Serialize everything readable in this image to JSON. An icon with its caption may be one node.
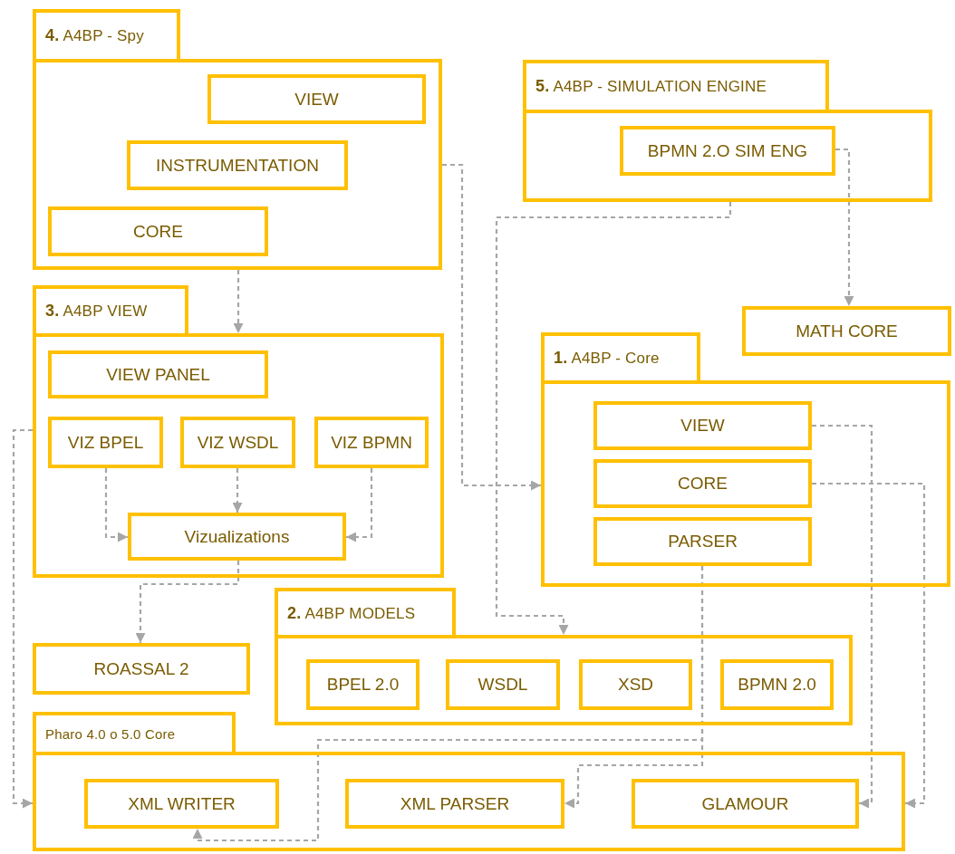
{
  "diagram": {
    "nodes": [
      {
        "text": [
          "**4.** A4BP - Spy"
        ]
      },
      {
        "text": [
          "VIEW"
        ],
        "in": 0
      },
      {
        "text": [
          "INSTRUMENTATION"
        ],
        "in": 0
      },
      {
        "text": [
          "CORE"
        ],
        "in": 0
      },
      {
        "text": [
          "**5.** A4BP - SIMULATION ENGINE"
        ]
      },
      {
        "text": [
          "BPMN 2.O SIM ENG"
        ],
        "in": 4
      },
      {
        "text": [
          "MATH CORE"
        ]
      },
      {
        "text": [
          "**3.** A4BP VIEW"
        ]
      },
      {
        "text": [
          "VIEW PANEL"
        ],
        "in": 7
      },
      {
        "text": [
          "VIZ BPEL"
        ],
        "in": 7
      },
      {
        "text": [
          "VIZ WSDL"
        ],
        "in": 7
      },
      {
        "text": [
          "VIZ BPMN"
        ],
        "in": 7
      },
      {
        "text": [
          "Vizualizations"
        ],
        "in": 7
      },
      {
        "text": [
          "**1.** A4BP - Core"
        ]
      },
      {
        "text": [
          "VIEW"
        ],
        "in": 13
      },
      {
        "text": [
          "CORE"
        ],
        "in": 13
      },
      {
        "text": [
          "PARSER"
        ],
        "in": 13
      },
      {
        "text": [
          "**2.** A4BP MODELS"
        ]
      },
      {
        "text": [
          "BPEL 2.0"
        ],
        "in": 17
      },
      {
        "text": [
          "WSDL"
        ],
        "in": 17
      },
      {
        "text": [
          "XSD"
        ],
        "in": 17
      },
      {
        "text": [
          "BPMN 2.0"
        ],
        "in": 17
      },
      {
        "text": [
          "ROASSAL 2"
        ]
      },
      {
        "text": [
          "Pharo 4.0 o 5.0 Core"
        ]
      },
      {
        "text": [
          "XML WRITER"
        ],
        "in": 23
      },
      {
        "text": [
          "XML PARSER"
        ],
        "in": 23
      },
      {
        "text": [
          "GLAMOUR"
        ],
        "in": 23
      }
    ],
    "edges": [
      {
        "from": 0,
        "to": 7,
        "arrow": "to",
        "style": "dashed"
      },
      {
        "from": 0,
        "to": 13,
        "arrow": "to",
        "style": "dashed"
      },
      {
        "from": 5,
        "to": 6,
        "arrow": "to",
        "style": "dashed"
      },
      {
        "from": 4,
        "to": 17,
        "arrow": "to",
        "style": "dashed"
      },
      {
        "from": 9,
        "to": 12,
        "arrow": "to",
        "style": "dashed"
      },
      {
        "from": 10,
        "to": 12,
        "arrow": "to",
        "style": "dashed"
      },
      {
        "from": 11,
        "to": 12,
        "arrow": "to",
        "style": "dashed"
      },
      {
        "from": 12,
        "to": 22,
        "arrow": "to",
        "style": "dashed"
      },
      {
        "from": 7,
        "to": 23,
        "arrow": "to",
        "style": "dashed"
      },
      {
        "from": 14,
        "to": 26,
        "arrow": "to",
        "style": "dashed"
      },
      {
        "from": 15,
        "to": 23,
        "arrow": "to",
        "style": "dashed"
      },
      {
        "from": 16,
        "to": 25,
        "arrow": "to",
        "style": "dashed"
      },
      {
        "from": 16,
        "to": 24,
        "arrow": "to",
        "style": "dashed"
      }
    ]
  }
}
